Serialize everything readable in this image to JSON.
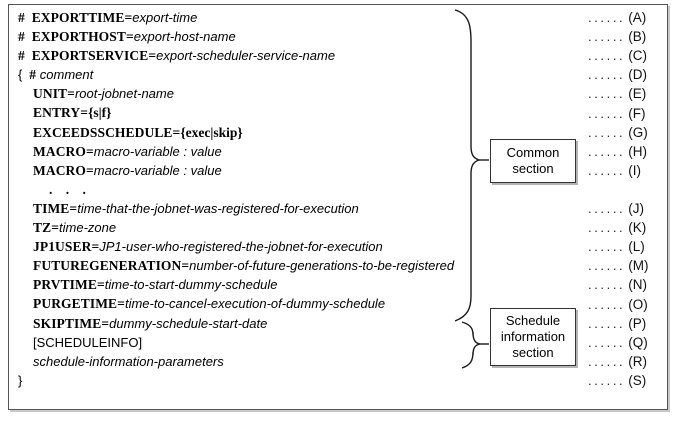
{
  "figure": {
    "type": "code-syntax-diagram",
    "border_color": "#555555"
  },
  "code_lines": [
    {
      "id": "A",
      "indent": 1,
      "prefix": "#",
      "keyword": "EXPORTTIME",
      "eq": "=",
      "value": "export-time",
      "value_style": "italic"
    },
    {
      "id": "B",
      "indent": 1,
      "prefix": "#",
      "keyword": "EXPORTHOST",
      "eq": "=",
      "value": "export-host-name",
      "value_style": "italic"
    },
    {
      "id": "C",
      "indent": 1,
      "prefix": "#",
      "keyword": "EXPORTSERVICE",
      "eq": "=",
      "value": "export-scheduler-service-name",
      "value_style": "italic"
    },
    {
      "id": "D",
      "indent": 1,
      "prefix": "{",
      "keyword": "#",
      "eq": " ",
      "value": "comment",
      "value_style": "italic"
    },
    {
      "id": "E",
      "indent": 2,
      "prefix": "",
      "keyword": "UNIT",
      "eq": "=",
      "value": "root-jobnet-name",
      "value_style": "italic"
    },
    {
      "id": "F",
      "indent": 2,
      "prefix": "",
      "keyword": "ENTRY",
      "eq": "=",
      "value": "{s|f}",
      "value_style": "mono"
    },
    {
      "id": "G",
      "indent": 2,
      "prefix": "",
      "keyword": "EXCEEDSSCHEDULE",
      "eq": "=",
      "value": "{exec|skip}",
      "value_style": "mono"
    },
    {
      "id": "H",
      "indent": 2,
      "prefix": "",
      "keyword": "MACRO",
      "eq": "=",
      "value": "macro-variable : value",
      "value_style": "italic"
    },
    {
      "id": "I",
      "indent": 2,
      "prefix": "",
      "keyword": "MACRO",
      "eq": "=",
      "value": "macro-variable : value",
      "value_style": "italic"
    },
    {
      "id": "",
      "indent": 2,
      "prefix": "",
      "keyword": "",
      "eq": "",
      "value": "...",
      "value_style": "dots"
    },
    {
      "id": "J",
      "indent": 2,
      "prefix": "",
      "keyword": "TIME",
      "eq": "=",
      "value": "time-that-the-jobnet-was-registered-for-execution",
      "value_style": "italic"
    },
    {
      "id": "K",
      "indent": 2,
      "prefix": "",
      "keyword": "TZ",
      "eq": "=",
      "value": "time-zone",
      "value_style": "italic"
    },
    {
      "id": "L",
      "indent": 2,
      "prefix": "",
      "keyword": "JP1USER",
      "eq": "=",
      "value": "JP1-user-who-registered-the-jobnet-for-execution",
      "value_style": "italic"
    },
    {
      "id": "M",
      "indent": 2,
      "prefix": "",
      "keyword": "FUTUREGENERATION",
      "eq": "=",
      "value": "number-of-future-generations-to-be-registered",
      "value_style": "italic"
    },
    {
      "id": "N",
      "indent": 2,
      "prefix": "",
      "keyword": "PRVTIME",
      "eq": "=",
      "value": "time-to-start-dummy-schedule",
      "value_style": "italic"
    },
    {
      "id": "O",
      "indent": 2,
      "prefix": "",
      "keyword": "PURGETIME",
      "eq": "=",
      "value": "time-to-cancel-execution-of-dummy-schedule",
      "value_style": "italic"
    },
    {
      "id": "P",
      "indent": 2,
      "prefix": "",
      "keyword": "SKIPTIME",
      "eq": "=",
      "value": "dummy-schedule-start-date",
      "value_style": "italic"
    },
    {
      "id": "Q",
      "indent": 2,
      "prefix": "",
      "keyword": "",
      "eq": "",
      "value": "[SCHEDULEINFO]",
      "value_style": "plain"
    },
    {
      "id": "R",
      "indent": 2,
      "prefix": "",
      "keyword": "",
      "eq": "",
      "value": "schedule-information-parameters",
      "value_style": "italic"
    },
    {
      "id": "S",
      "indent": 1,
      "prefix": "",
      "keyword": "",
      "eq": "",
      "value": "}",
      "value_style": "plain"
    }
  ],
  "ref_labels": [
    {
      "dots": "......",
      "id": "(A)"
    },
    {
      "dots": "......",
      "id": "(B)"
    },
    {
      "dots": "......",
      "id": "(C)"
    },
    {
      "dots": "......",
      "id": "(D)"
    },
    {
      "dots": "......",
      "id": "(E)"
    },
    {
      "dots": "......",
      "id": "(F)"
    },
    {
      "dots": "......",
      "id": "(G)"
    },
    {
      "dots": "......",
      "id": "(H)"
    },
    {
      "dots": "......",
      "id": "(I)"
    },
    {
      "dots": "......",
      "id": "(J)"
    },
    {
      "dots": "......",
      "id": "(K)"
    },
    {
      "dots": "......",
      "id": "(L)"
    },
    {
      "dots": "......",
      "id": "(M)"
    },
    {
      "dots": "......",
      "id": "(N)"
    },
    {
      "dots": "......",
      "id": "(O)"
    },
    {
      "dots": "......",
      "id": "(P)"
    },
    {
      "dots": "......",
      "id": "(Q)"
    },
    {
      "dots": "......",
      "id": "(R)"
    },
    {
      "dots": "......",
      "id": "(S)"
    }
  ],
  "callouts": {
    "common": {
      "line1": "Common",
      "line2": "section",
      "line3": ""
    },
    "schedule": {
      "line1": "Schedule",
      "line2": "information",
      "line3": "section"
    }
  }
}
